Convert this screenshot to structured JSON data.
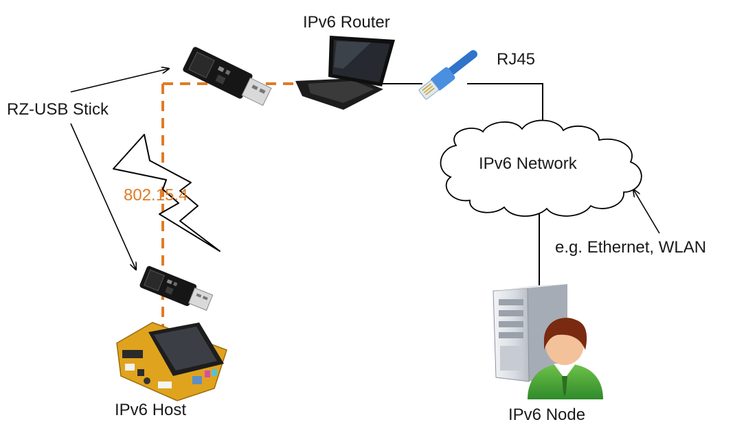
{
  "labels": {
    "router": "IPv6 Router",
    "rj45": "RJ45",
    "usb_stick": "RZ-USB Stick",
    "network": "IPv6 Network",
    "radio": "802.15.4",
    "link_types": "e.g. Ethernet, WLAN",
    "host": "IPv6 Host",
    "node": "IPv6 Node"
  },
  "icons": [
    "usb-stick-icon",
    "laptop-icon",
    "rj45-cable-icon",
    "cloud-icon",
    "lightning-icon",
    "dev-board-icon",
    "server-icon",
    "user-icon"
  ],
  "colors": {
    "radio_link": "#e07b24",
    "line": "#000000",
    "cable": "#2f74c9"
  }
}
